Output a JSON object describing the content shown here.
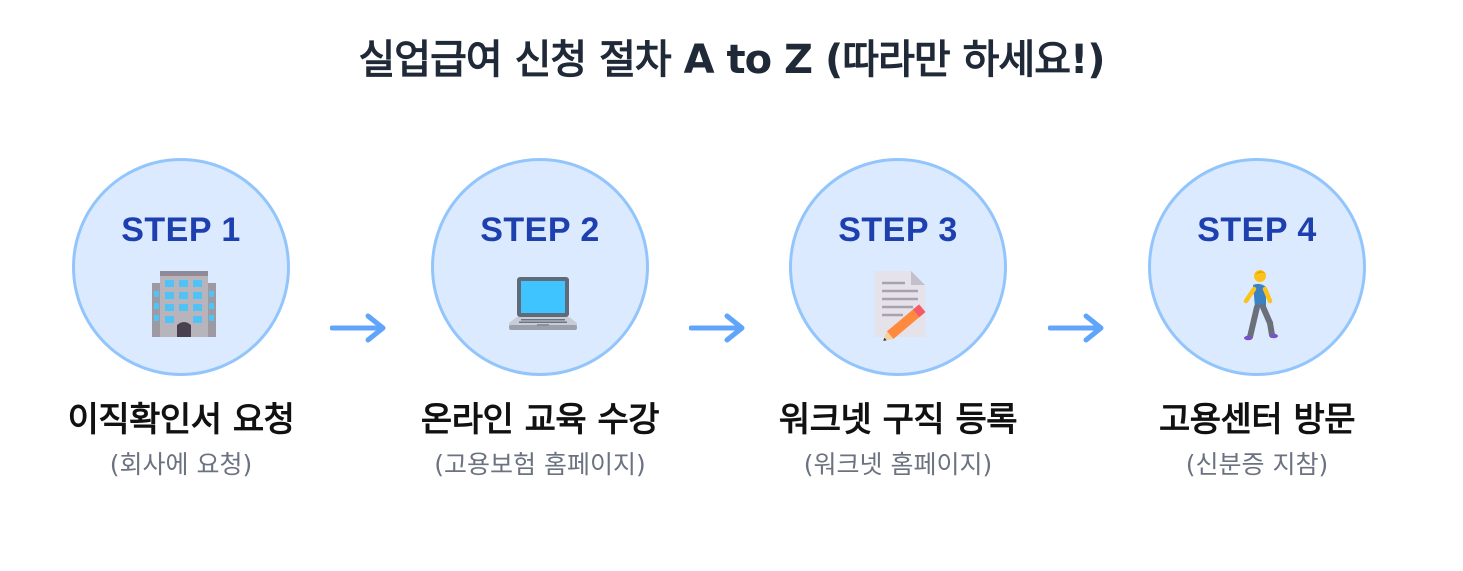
{
  "title": "실업급여 신청 절차 A to Z (따라만 하세요!)",
  "colors": {
    "circle_fill": "#dbeafe",
    "circle_border": "#93c5fd",
    "step_label": "#1e40af",
    "arrow": "#60a5fa"
  },
  "steps": [
    {
      "label": "STEP 1",
      "icon": "office-building-icon",
      "title": "이직확인서 요청",
      "subtitle": "(회사에 요청)"
    },
    {
      "label": "STEP 2",
      "icon": "laptop-icon",
      "title": "온라인 교육 수강",
      "subtitle": "(고용보험 홈페이지)"
    },
    {
      "label": "STEP 3",
      "icon": "document-pencil-icon",
      "title": "워크넷 구직 등록",
      "subtitle": "(워크넷 홈페이지)"
    },
    {
      "label": "STEP 4",
      "icon": "walking-person-icon",
      "title": "고용센터 방문",
      "subtitle": "(신분증 지참)"
    }
  ]
}
